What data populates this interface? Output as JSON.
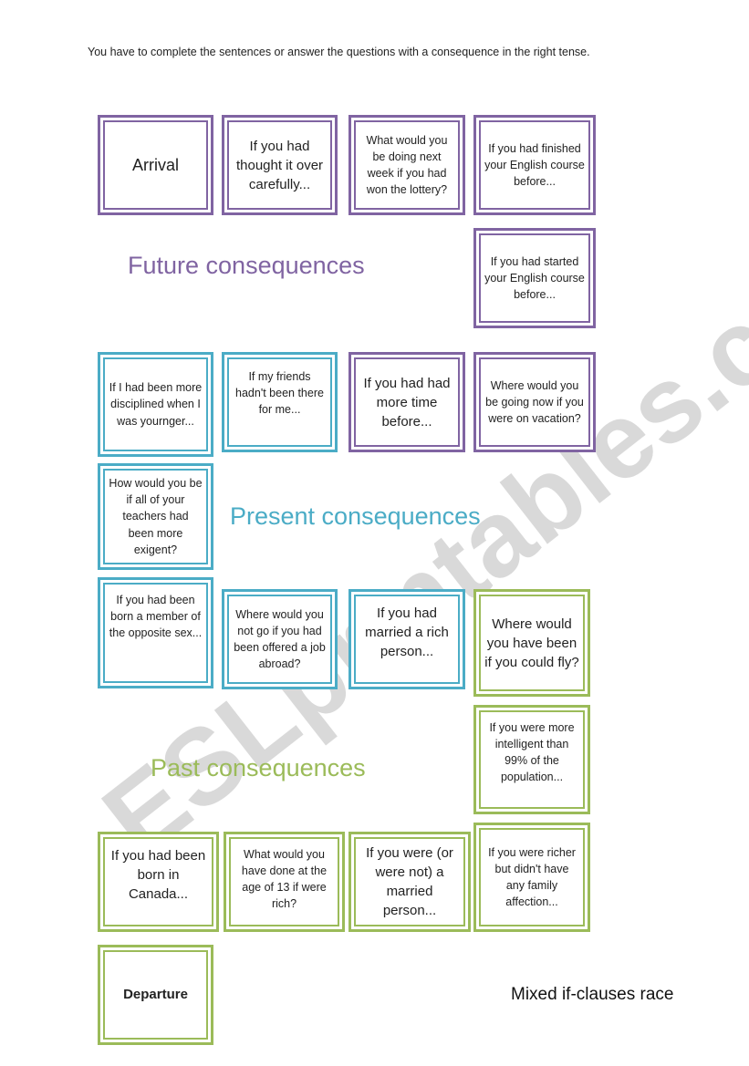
{
  "instructions": "You have to complete the sentences or answer the questions with a consequence in the right tense.",
  "headings": {
    "future": "Future consequences",
    "present": "Present consequences",
    "past": "Past consequences"
  },
  "title": "Mixed if-clauses race",
  "watermark": "ESLprintables.com",
  "colors": {
    "future": "#8064a2",
    "present": "#4bacc6",
    "past": "#9bbb59"
  },
  "cards": {
    "arrival": "Arrival",
    "c1": "If you had thought it over carefully...",
    "c2": "What would you be doing next week if you had won the lottery?",
    "c3": "If you had finished your English course before...",
    "c4": "If you had started your English course before...",
    "c5": "If I had been more disciplined when I was yournger...",
    "c6": "If my friends hadn't been there for me...",
    "c7": "If you had had more time before...",
    "c8": "Where would you be going now if you were on vacation?",
    "c9": "How would you be if all of your teachers had been more exigent?",
    "c10": "If you had been born a member of the opposite sex...",
    "c11": "Where would you not go if you had been offered a job abroad?",
    "c12": "If you had married a rich person...",
    "c13": "Where would you have been if you could fly?",
    "c14": "If you were more intelligent than 99% of the population...",
    "c15": "If you had been born in Canada...",
    "c16": "What would you have done at the age of 13 if were rich?",
    "c17": "If you were (or were not) a married person...",
    "c18": "If you were richer but didn't have any family affection...",
    "departure": "Departure"
  }
}
